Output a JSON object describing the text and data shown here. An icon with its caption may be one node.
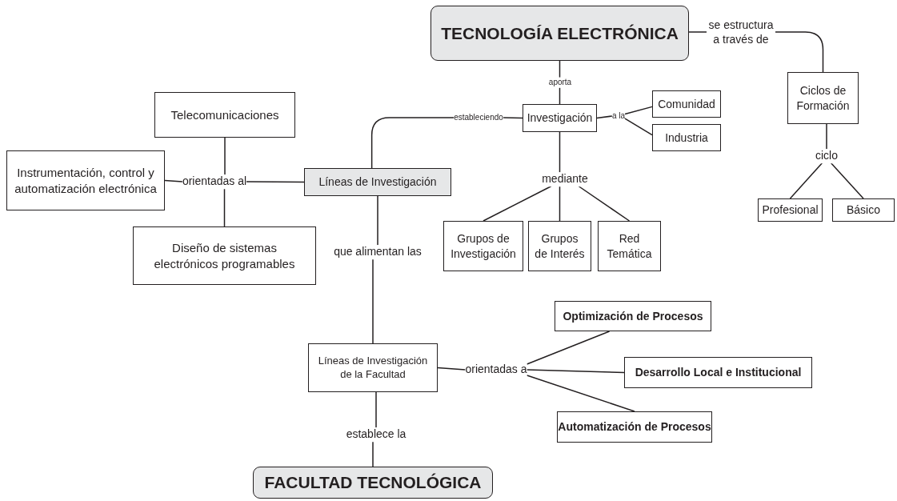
{
  "diagram": {
    "nodes": [
      {
        "text": [
          "TECNOLOGÍA ELECTRÓNICA"
        ]
      },
      {
        "text": [
          "se estructura a través de"
        ]
      },
      {
        "text": [
          "aporta"
        ]
      },
      {
        "text": [
          "Ciclos de Formación"
        ]
      },
      {
        "text": [
          "Telecomunicaciones"
        ]
      },
      {
        "text": [
          "estableciendo"
        ]
      },
      {
        "text": [
          "Investigación"
        ]
      },
      {
        "text": [
          "a la"
        ]
      },
      {
        "text": [
          "Comunidad"
        ]
      },
      {
        "text": [
          "Industria"
        ]
      },
      {
        "text": [
          "Instrumentación, control y automatización electrónica"
        ]
      },
      {
        "text": [
          "orientadas al"
        ]
      },
      {
        "text": [
          "Líneas de Investigación"
        ]
      },
      {
        "text": [
          "ciclo"
        ]
      },
      {
        "text": [
          "mediante"
        ]
      },
      {
        "text": [
          "Profesional"
        ]
      },
      {
        "text": [
          "Básico"
        ]
      },
      {
        "text": [
          "Diseño de sistemas electrónicos programables"
        ]
      },
      {
        "text": [
          "que alimentan las"
        ]
      },
      {
        "text": [
          "Grupos de Investigación"
        ]
      },
      {
        "text": [
          "Grupos de Interés"
        ]
      },
      {
        "text": [
          "Red Temática"
        ]
      },
      {
        "text": [
          "Optimización de Procesos"
        ]
      },
      {
        "text": [
          "Líneas de Investigación de la Facultad"
        ]
      },
      {
        "text": [
          "orientadas a"
        ]
      },
      {
        "text": [
          "Desarrollo Local e Institucional"
        ]
      },
      {
        "text": [
          "Automatización de Procesos"
        ]
      },
      {
        "text": [
          "establece la"
        ]
      },
      {
        "text": [
          "FACULTAD TECNOLÓGICA"
        ]
      }
    ],
    "edges": [
      {
        "from": 0,
        "to": 1,
        "arrow": "none"
      },
      {
        "from": 1,
        "to": 3,
        "arrow": "none"
      },
      {
        "from": 0,
        "to": 2,
        "arrow": "none"
      },
      {
        "from": 2,
        "to": 6,
        "arrow": "none"
      },
      {
        "from": 6,
        "to": 5,
        "arrow": "none"
      },
      {
        "from": 5,
        "to": 12,
        "arrow": "none"
      },
      {
        "from": 6,
        "to": 7,
        "arrow": "none"
      },
      {
        "from": 7,
        "to": 8,
        "arrow": "none"
      },
      {
        "from": 7,
        "to": 9,
        "arrow": "none"
      },
      {
        "from": 3,
        "to": 13,
        "arrow": "none"
      },
      {
        "from": 13,
        "to": 15,
        "arrow": "none"
      },
      {
        "from": 13,
        "to": 16,
        "arrow": "none"
      },
      {
        "from": 6,
        "to": 14,
        "arrow": "none"
      },
      {
        "from": 14,
        "to": 19,
        "arrow": "none"
      },
      {
        "from": 14,
        "to": 20,
        "arrow": "none"
      },
      {
        "from": 14,
        "to": 21,
        "arrow": "none"
      },
      {
        "from": 12,
        "to": 11,
        "arrow": "none"
      },
      {
        "from": 11,
        "to": 4,
        "arrow": "none"
      },
      {
        "from": 11,
        "to": 10,
        "arrow": "none"
      },
      {
        "from": 11,
        "to": 17,
        "arrow": "none"
      },
      {
        "from": 12,
        "to": 18,
        "arrow": "none"
      },
      {
        "from": 18,
        "to": 23,
        "arrow": "none"
      },
      {
        "from": 23,
        "to": 24,
        "arrow": "none"
      },
      {
        "from": 24,
        "to": 22,
        "arrow": "none"
      },
      {
        "from": 24,
        "to": 25,
        "arrow": "none"
      },
      {
        "from": 24,
        "to": 26,
        "arrow": "none"
      },
      {
        "from": 23,
        "to": 27,
        "arrow": "none"
      },
      {
        "from": 27,
        "to": 28,
        "arrow": "none"
      }
    ]
  }
}
